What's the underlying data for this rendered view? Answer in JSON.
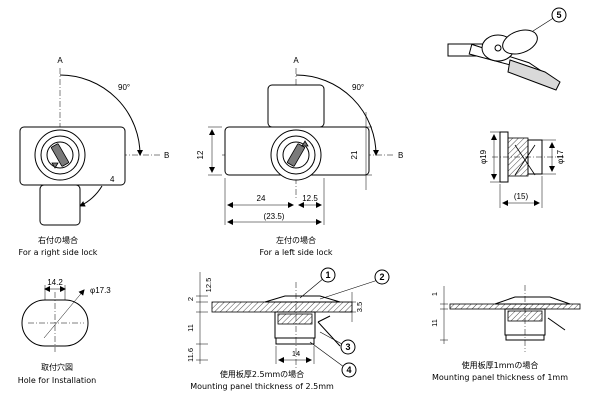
{
  "labels": {
    "A": "A",
    "B": "B",
    "angle_90": "90°",
    "angle_4": "4"
  },
  "dims": {
    "d12": "12",
    "d21": "21",
    "d24": "24",
    "d12_5": "12.5",
    "d23_5": "(23.5)",
    "d19": "φ19",
    "d17": "φ17",
    "d15": "(15)",
    "d14_2": "14.2",
    "d17_3": "φ17.3",
    "d2": "2",
    "d12_5v": "12.5",
    "d11": "11",
    "d11_6": "11.6",
    "d3_5": "3.5",
    "d14": "14",
    "d1": "1",
    "d11b": "11"
  },
  "captions": {
    "right_jp": "右付の場合",
    "right_en": "For a right side lock",
    "left_jp": "左付の場合",
    "left_en": "For a left side lock",
    "hole_jp": "取付穴図",
    "hole_en": "Hole for Installation",
    "p25_jp": "使用板厚2.5mmの場合",
    "p25_en": "Mounting panel thickness of 2.5mm",
    "p1_jp": "使用板厚1mmの場合",
    "p1_en": "Mounting panel thickness of 1mm"
  },
  "callouts": [
    "1",
    "2",
    "3",
    "4",
    "5"
  ]
}
